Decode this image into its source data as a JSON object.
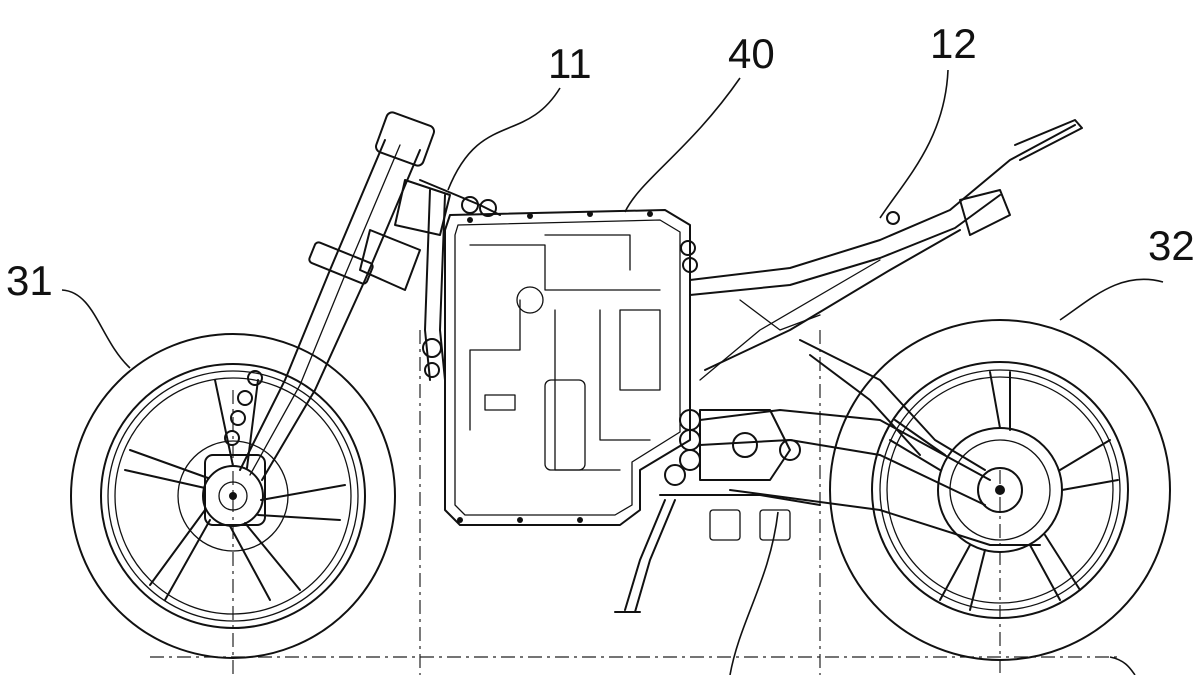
{
  "figure": {
    "reference_numerals": {
      "r11": "11",
      "r40": "40",
      "r12": "12",
      "r31": "31",
      "r32": "32"
    }
  }
}
